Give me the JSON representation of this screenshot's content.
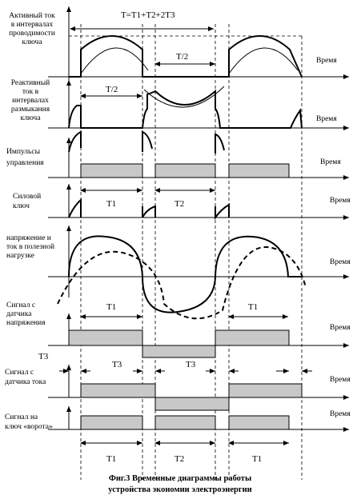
{
  "figure": {
    "formula": "T=T1+T2+2T3",
    "caption_line1": "Фиг.3 Временные диаграммы работы",
    "caption_line2": "устройства экономии электроэнергии",
    "time_axis": "Время",
    "rows": [
      {
        "label": [
          "Активный ток",
          "в интервалах",
          "проводимости",
          "ключа"
        ],
        "interval": "T/2"
      },
      {
        "label": [
          "Реактивный",
          "ток в",
          "интервалах",
          "размыкания",
          "ключа"
        ],
        "interval": "T/2"
      },
      {
        "label": [
          "Импульсы",
          "управления"
        ]
      },
      {
        "label": [
          "Силовой",
          "ключ"
        ],
        "intervals": [
          "T1",
          "T2"
        ]
      },
      {
        "label": [
          "напряжение и",
          "ток в полезной",
          "нагрузке"
        ]
      },
      {
        "label": [
          "Сигнал с",
          "датчика",
          "напряжения"
        ],
        "intervals": [
          "T1",
          "T1"
        ]
      },
      {
        "label": [
          "Сигнал с",
          "датчика тока"
        ],
        "intervals": [
          "T3",
          "T3",
          "T3"
        ]
      },
      {
        "label": [
          "Сигнал на",
          "ключ «ворота»"
        ],
        "intervals": [
          "T1",
          "T2",
          "T1"
        ]
      }
    ]
  }
}
